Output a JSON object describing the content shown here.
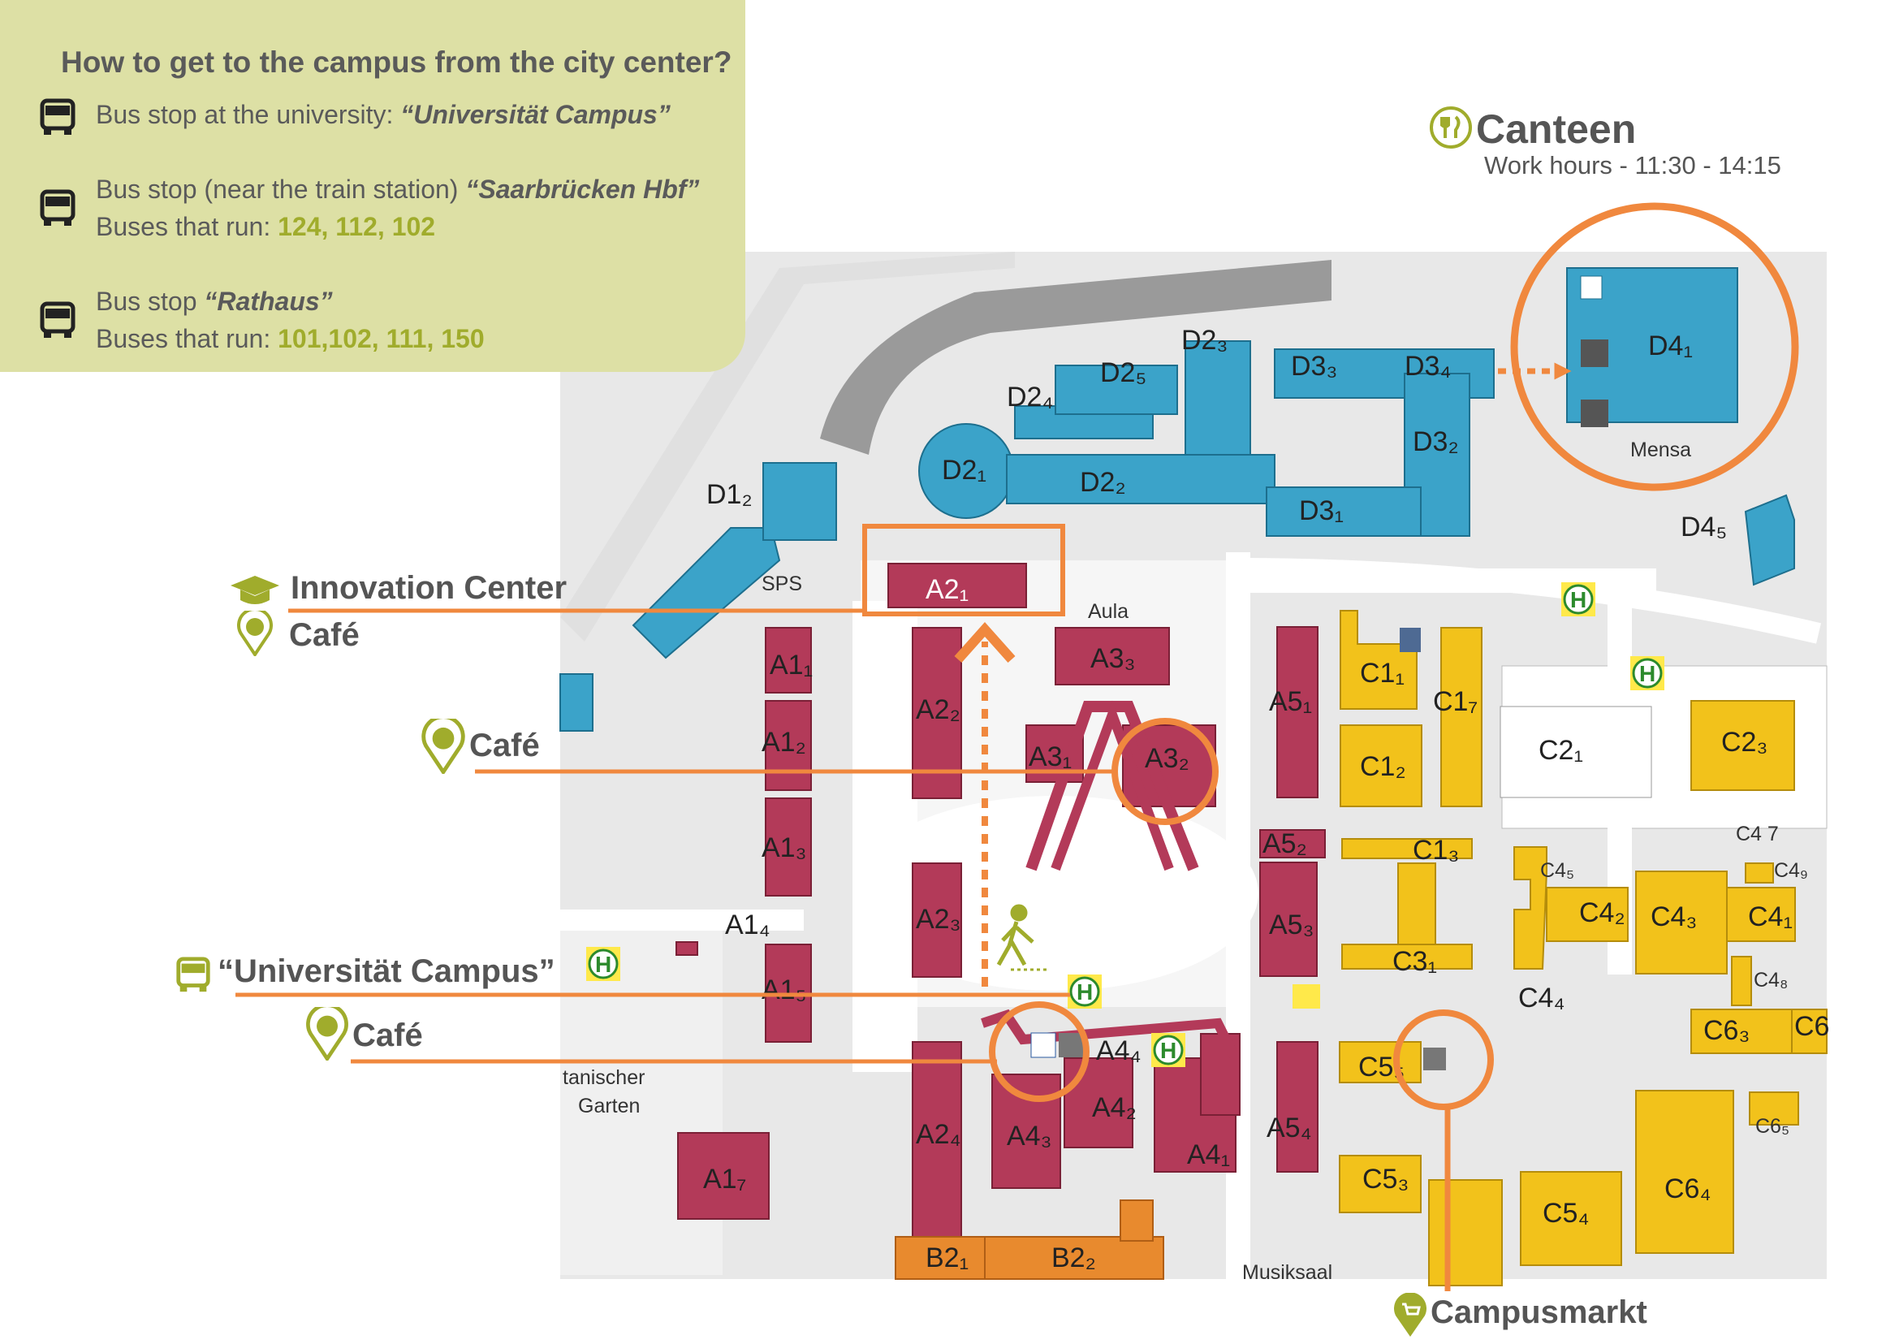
{
  "info_panel": {
    "title": "How to get to the campus from the city center?",
    "stops": [
      {
        "text": "Bus stop at the university: ",
        "name": "“Universität Campus”",
        "buses_label": "",
        "buses": ""
      },
      {
        "text": "Bus stop (near the train station) ",
        "name": "“Saarbrücken Hbf”",
        "buses_label": "Buses that run: ",
        "buses": "124, 112, 102"
      },
      {
        "text": "Bus stop ",
        "name": "“Rathaus”",
        "buses_label": "Buses that run: ",
        "buses": "101,102, 111, 150"
      }
    ]
  },
  "canteen": {
    "title": "Canteen",
    "hours": "Work hours - 11:30 - 14:15",
    "building_label": "Mensa"
  },
  "callouts": {
    "innovation_center": "Innovation Center",
    "cafe_1": "Café",
    "cafe_2": "Café",
    "bus_stop": "“Universität Campus”",
    "cafe_3": "Café",
    "campusmarkt": "Campusmarkt"
  },
  "map_text": {
    "sps": "SPS",
    "aula": "Aula",
    "botanischer": "tanischer",
    "garten": "Garten",
    "musiksaal": "Musiksaal"
  },
  "buildings": {
    "A1_1": "A1₁",
    "A1_2": "A1₂",
    "A1_3": "A1₃",
    "A1_4": "A1₄",
    "A1_5": "A1₅",
    "A1_7": "A1₇",
    "A2_1": "A2₁",
    "A2_2": "A2₂",
    "A2_3": "A2₃",
    "A2_4": "A2₄",
    "A3_1": "A3₁",
    "A3_2": "A3₂",
    "A3_3": "A3₃",
    "A4_1": "A4₁",
    "A4_2": "A4₂",
    "A4_3": "A4₃",
    "A4_4": "A4₄",
    "A5_1": "A5₁",
    "A5_2": "A5₂",
    "A5_3": "A5₃",
    "A5_4": "A5₄",
    "B2_1": "B2₁",
    "B2_2": "B2₂",
    "C1_1": "C1₁",
    "C1_2": "C1₂",
    "C1_3": "C1₃",
    "C1_7": "C1₇",
    "C2_1": "C2₁",
    "C2_3": "C2₃",
    "C3_1": "C3₁",
    "C4_1": "C4₁",
    "C4_2": "C4₂",
    "C4_3": "C4₃",
    "C4_4": "C4₄",
    "C4_5": "C4₅",
    "C4_7": "C4 7",
    "C4_8": "C4₈",
    "C4_9": "C4₉",
    "C5_3": "C5₃",
    "C5_4": "C5₄",
    "C5_5": "C5₅",
    "C6_3": "C6₃",
    "C6_4": "C6₄",
    "C6_5": "C6₅",
    "C6_x": "C6",
    "D1_2": "D1₂",
    "D2_1": "D2₁",
    "D2_2": "D2₂",
    "D2_3": "D2₃",
    "D2_4": "D2₄",
    "D2_5": "D2₅",
    "D3_1": "D3₁",
    "D3_2": "D3₂",
    "D3_3": "D3₃",
    "D3_4": "D3₄",
    "D4_1": "D4₁",
    "D4_5": "D4₅"
  },
  "icons": [
    "bus-icon",
    "graduation-cap-icon",
    "coffee-pin-icon",
    "cutlery-icon",
    "shopping-cart-pin-icon",
    "pedestrian-icon",
    "bus-stop-h-icon"
  ],
  "colors": {
    "a_buildings": "#b33a59",
    "b_buildings": "#e88a2e",
    "c_buildings": "#f2c21b",
    "d_buildings": "#3ba3c9",
    "roads": "#d9d9d9",
    "highlight": "#f0883e",
    "accent_green": "#a0ac2c",
    "panel_bg": "#dde0a5"
  }
}
